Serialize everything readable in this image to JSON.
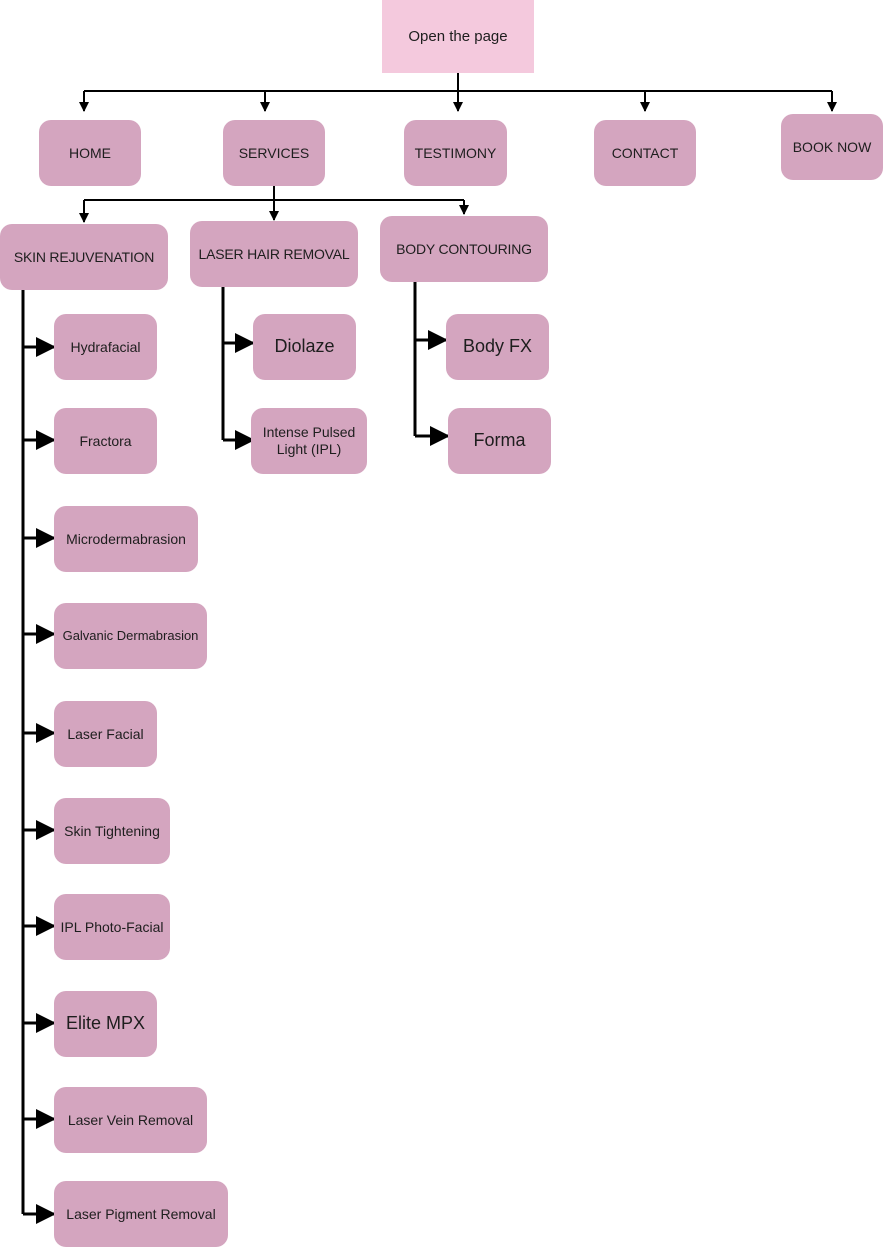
{
  "root": "Open the page",
  "menu": {
    "home": "HOME",
    "services": "SERVICES",
    "testimony": "TESTIMONY",
    "contact": "CONTACT",
    "book_now": "BOOK NOW"
  },
  "services": {
    "skin_rejuvenation": {
      "title": "SKIN REJUVENATION",
      "items": [
        "Hydrafacial",
        "Fractora",
        "Microdermabrasion",
        "Galvanic Dermabrasion",
        "Laser Facial",
        "Skin Tightening",
        "IPL Photo-Facial",
        "Elite MPX",
        "Laser Vein Removal",
        "Laser Pigment Removal"
      ]
    },
    "laser_hair_removal": {
      "title": "LASER HAIR REMOVAL",
      "items": [
        "Diolaze",
        "Intense Pulsed Light (IPL)"
      ]
    },
    "body_contouring": {
      "title": "BODY CONTOURING",
      "items": [
        "Body FX",
        "Forma"
      ]
    }
  },
  "colors": {
    "root_fill": "#f4c9dd",
    "node_fill": "#d4a5bf",
    "line": "#000000"
  }
}
